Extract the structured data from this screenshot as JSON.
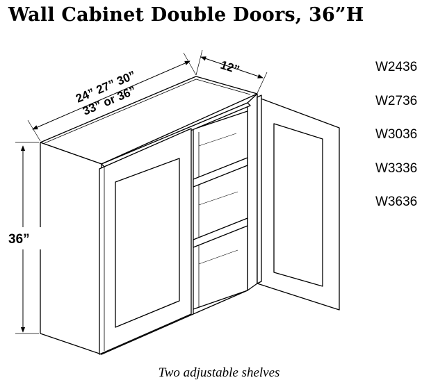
{
  "title": "Wall Cabinet Double Doors, 36”H",
  "model_codes": [
    "W2436",
    "W2736",
    "W3036",
    "W3336",
    "W3636"
  ],
  "dimensions": {
    "width_line1": "24” 27” 30”",
    "width_line2": "33” or 36”",
    "depth": "12”",
    "height": "36”"
  },
  "caption": "Two adjustable shelves"
}
